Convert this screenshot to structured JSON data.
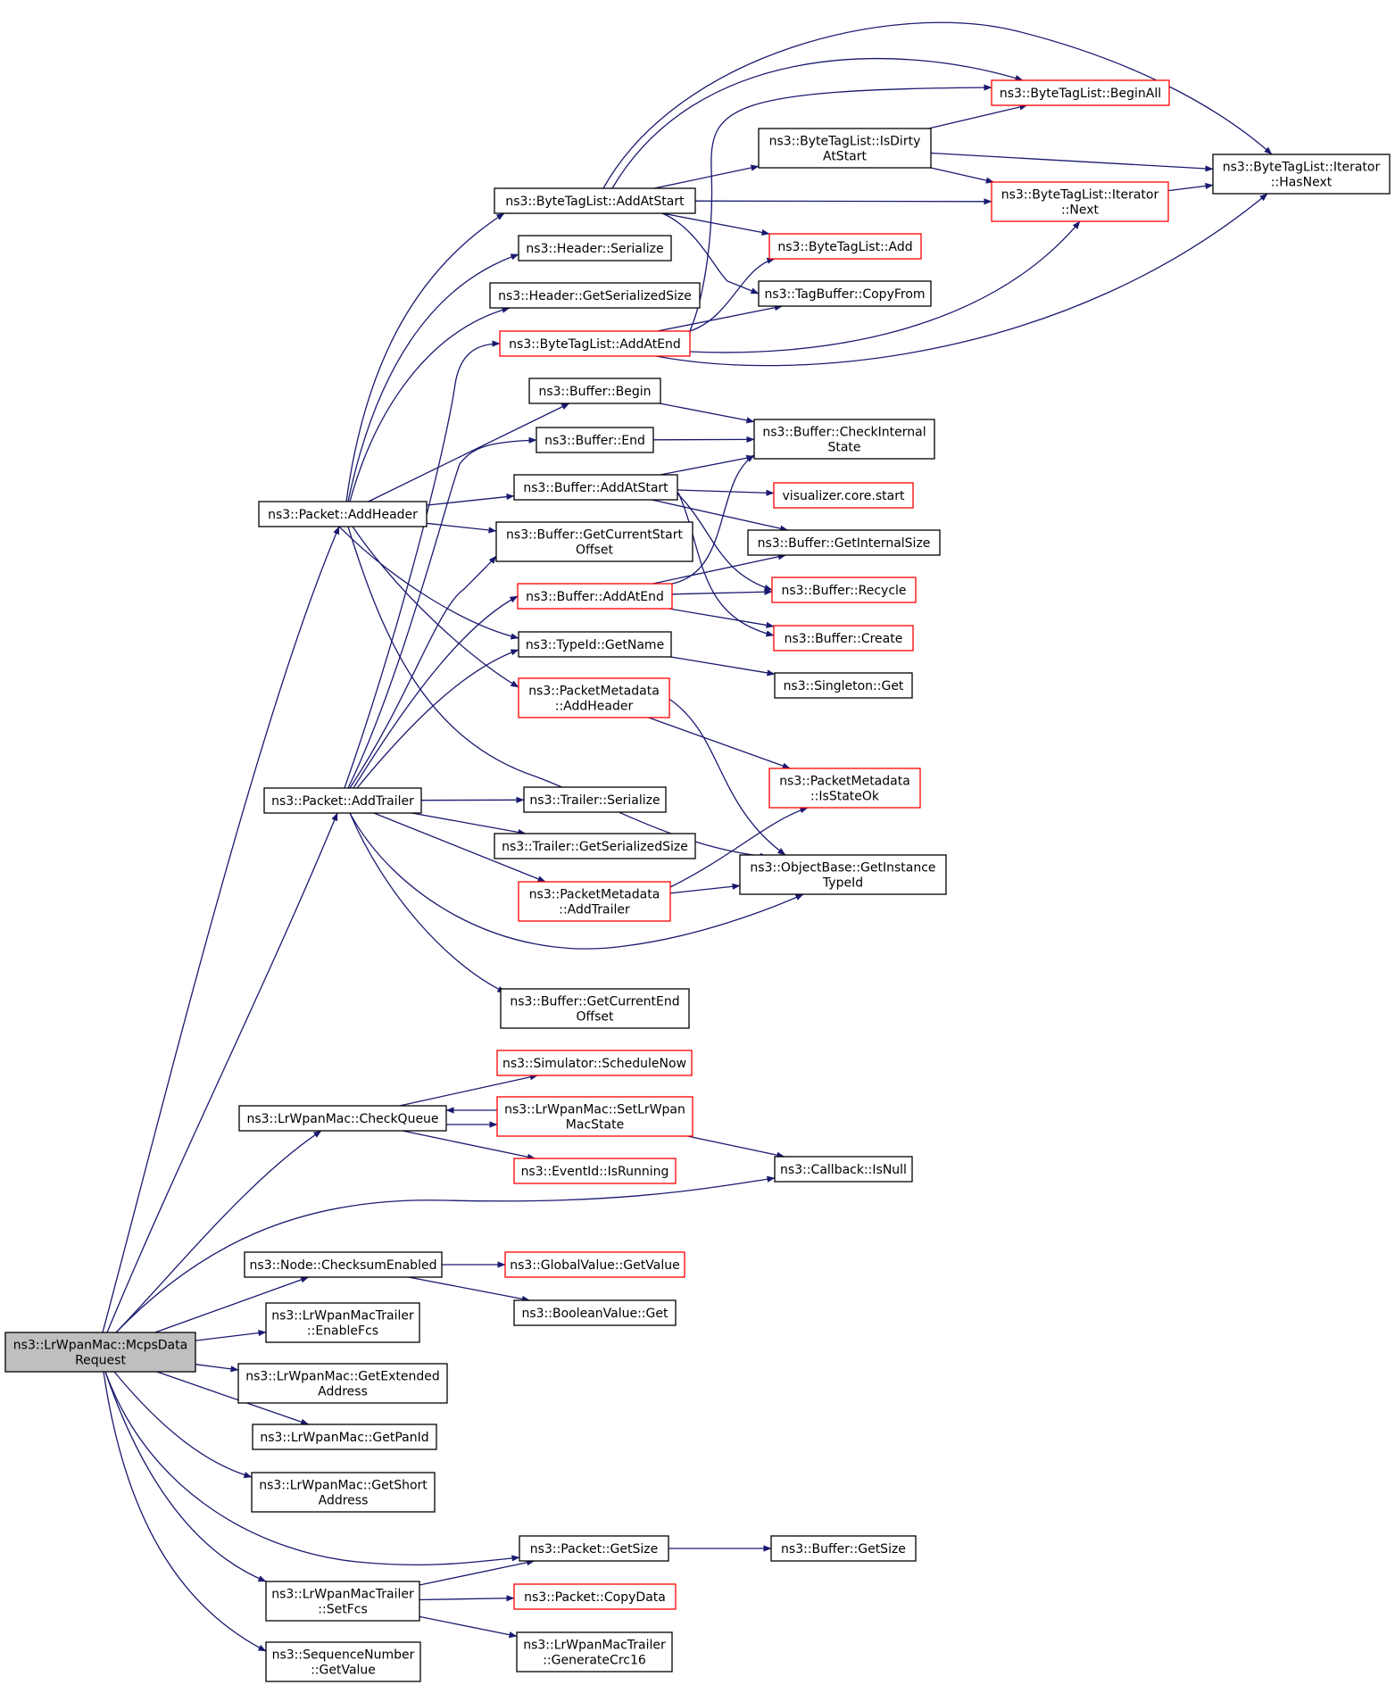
{
  "colors": {
    "edge": "#191970",
    "root_fill": "#bfbfbf",
    "node_fill": "#ffffff",
    "border_normal": "#000000",
    "border_truncated": "#ff0000"
  },
  "nodes": [
    {
      "id": "root",
      "lines": [
        "ns3::LrWpanMac::McpsData",
        "Request"
      ],
      "style": "root"
    },
    {
      "id": "addHeader",
      "lines": [
        "ns3::Packet::AddHeader"
      ],
      "style": "normal"
    },
    {
      "id": "addTrailer",
      "lines": [
        "ns3::Packet::AddTrailer"
      ],
      "style": "normal"
    },
    {
      "id": "checkQueue",
      "lines": [
        "ns3::LrWpanMac::CheckQueue"
      ],
      "style": "normal"
    },
    {
      "id": "checksumEnabled",
      "lines": [
        "ns3::Node::ChecksumEnabled"
      ],
      "style": "normal"
    },
    {
      "id": "enableFcs",
      "lines": [
        "ns3::LrWpanMacTrailer",
        "::EnableFcs"
      ],
      "style": "normal"
    },
    {
      "id": "getExtAddr",
      "lines": [
        "ns3::LrWpanMac::GetExtended",
        "Address"
      ],
      "style": "normal"
    },
    {
      "id": "getPanId",
      "lines": [
        "ns3::LrWpanMac::GetPanId"
      ],
      "style": "normal"
    },
    {
      "id": "getShortAddr",
      "lines": [
        "ns3::LrWpanMac::GetShort",
        "Address"
      ],
      "style": "normal"
    },
    {
      "id": "setFcs",
      "lines": [
        "ns3::LrWpanMacTrailer",
        "::SetFcs"
      ],
      "style": "normal"
    },
    {
      "id": "seqGetValue",
      "lines": [
        "ns3::SequenceNumber",
        "::GetValue"
      ],
      "style": "normal"
    },
    {
      "id": "btlAddAtStart",
      "lines": [
        "ns3::ByteTagList::AddAtStart"
      ],
      "style": "normal"
    },
    {
      "id": "headerSerialize",
      "lines": [
        "ns3::Header::Serialize"
      ],
      "style": "normal"
    },
    {
      "id": "headerGetSize",
      "lines": [
        "ns3::Header::GetSerializedSize"
      ],
      "style": "normal"
    },
    {
      "id": "btlAddAtEnd",
      "lines": [
        "ns3::ByteTagList::AddAtEnd"
      ],
      "style": "truncated"
    },
    {
      "id": "bufBegin",
      "lines": [
        "ns3::Buffer::Begin"
      ],
      "style": "normal"
    },
    {
      "id": "bufEnd",
      "lines": [
        "ns3::Buffer::End"
      ],
      "style": "normal"
    },
    {
      "id": "bufAddAtStart",
      "lines": [
        "ns3::Buffer::AddAtStart"
      ],
      "style": "normal"
    },
    {
      "id": "bufGetCurStart",
      "lines": [
        "ns3::Buffer::GetCurrentStart",
        "Offset"
      ],
      "style": "normal"
    },
    {
      "id": "bufAddAtEnd",
      "lines": [
        "ns3::Buffer::AddAtEnd"
      ],
      "style": "truncated"
    },
    {
      "id": "typeIdGetName",
      "lines": [
        "ns3::TypeId::GetName"
      ],
      "style": "normal"
    },
    {
      "id": "pmAddHeader",
      "lines": [
        "ns3::PacketMetadata",
        "::AddHeader"
      ],
      "style": "truncated"
    },
    {
      "id": "trailerSerialize",
      "lines": [
        "ns3::Trailer::Serialize"
      ],
      "style": "normal"
    },
    {
      "id": "trailerGetSize",
      "lines": [
        "ns3::Trailer::GetSerializedSize"
      ],
      "style": "normal"
    },
    {
      "id": "pmAddTrailer",
      "lines": [
        "ns3::PacketMetadata",
        "::AddTrailer"
      ],
      "style": "truncated"
    },
    {
      "id": "bufGetCurEnd",
      "lines": [
        "ns3::Buffer::GetCurrentEnd",
        "Offset"
      ],
      "style": "normal"
    },
    {
      "id": "simScheduleNow",
      "lines": [
        "ns3::Simulator::ScheduleNow"
      ],
      "style": "truncated"
    },
    {
      "id": "setLrWpanMacState",
      "lines": [
        "ns3::LrWpanMac::SetLrWpan",
        "MacState"
      ],
      "style": "truncated"
    },
    {
      "id": "eventIsRunning",
      "lines": [
        "ns3::EventId::IsRunning"
      ],
      "style": "truncated"
    },
    {
      "id": "globalGetValue",
      "lines": [
        "ns3::GlobalValue::GetValue"
      ],
      "style": "truncated"
    },
    {
      "id": "boolGet",
      "lines": [
        "ns3::BooleanValue::Get"
      ],
      "style": "normal"
    },
    {
      "id": "packetGetSize",
      "lines": [
        "ns3::Packet::GetSize"
      ],
      "style": "normal"
    },
    {
      "id": "packetCopyData",
      "lines": [
        "ns3::Packet::CopyData"
      ],
      "style": "truncated"
    },
    {
      "id": "genCrc16",
      "lines": [
        "ns3::LrWpanMacTrailer",
        "::GenerateCrc16"
      ],
      "style": "normal"
    },
    {
      "id": "btlBeginAll",
      "lines": [
        "ns3::ByteTagList::BeginAll"
      ],
      "style": "truncated"
    },
    {
      "id": "btlIsDirty",
      "lines": [
        "ns3::ByteTagList::IsDirty",
        "AtStart"
      ],
      "style": "normal"
    },
    {
      "id": "btlIterNext",
      "lines": [
        "ns3::ByteTagList::Iterator",
        "::Next"
      ],
      "style": "truncated"
    },
    {
      "id": "btlAdd",
      "lines": [
        "ns3::ByteTagList::Add"
      ],
      "style": "truncated"
    },
    {
      "id": "tagBufCopyFrom",
      "lines": [
        "ns3::TagBuffer::CopyFrom"
      ],
      "style": "normal"
    },
    {
      "id": "btlIterHasNext",
      "lines": [
        "ns3::ByteTagList::Iterator",
        "::HasNext"
      ],
      "style": "normal"
    },
    {
      "id": "bufCheckInternal",
      "lines": [
        "ns3::Buffer::CheckInternal",
        "State"
      ],
      "style": "normal"
    },
    {
      "id": "vizCoreStart",
      "lines": [
        "visualizer.core.start"
      ],
      "style": "truncated"
    },
    {
      "id": "bufGetInternalSize",
      "lines": [
        "ns3::Buffer::GetInternalSize"
      ],
      "style": "normal"
    },
    {
      "id": "bufRecycle",
      "lines": [
        "ns3::Buffer::Recycle"
      ],
      "style": "truncated"
    },
    {
      "id": "bufCreate",
      "lines": [
        "ns3::Buffer::Create"
      ],
      "style": "truncated"
    },
    {
      "id": "singletonGet",
      "lines": [
        "ns3::Singleton::Get"
      ],
      "style": "normal"
    },
    {
      "id": "pmIsStateOk",
      "lines": [
        "ns3::PacketMetadata",
        "::IsStateOk"
      ],
      "style": "truncated"
    },
    {
      "id": "objGetInstanceTypeId",
      "lines": [
        "ns3::ObjectBase::GetInstance",
        "TypeId"
      ],
      "style": "normal"
    },
    {
      "id": "callbackIsNull",
      "lines": [
        "ns3::Callback::IsNull"
      ],
      "style": "normal"
    },
    {
      "id": "bufGetSize",
      "lines": [
        "ns3::Buffer::GetSize"
      ],
      "style": "normal"
    }
  ],
  "edges": [
    [
      "root",
      "addHeader"
    ],
    [
      "root",
      "addTrailer"
    ],
    [
      "root",
      "checkQueue"
    ],
    [
      "root",
      "callbackIsNull"
    ],
    [
      "root",
      "checksumEnabled"
    ],
    [
      "root",
      "enableFcs"
    ],
    [
      "root",
      "getExtAddr"
    ],
    [
      "root",
      "getPanId"
    ],
    [
      "root",
      "getShortAddr"
    ],
    [
      "root",
      "packetGetSize"
    ],
    [
      "root",
      "setFcs"
    ],
    [
      "root",
      "seqGetValue"
    ],
    [
      "addHeader",
      "btlAddAtStart"
    ],
    [
      "addHeader",
      "headerSerialize"
    ],
    [
      "addHeader",
      "headerGetSize"
    ],
    [
      "addHeader",
      "bufBegin"
    ],
    [
      "addHeader",
      "bufAddAtStart"
    ],
    [
      "addHeader",
      "bufGetCurStart"
    ],
    [
      "addHeader",
      "typeIdGetName"
    ],
    [
      "addHeader",
      "pmAddHeader"
    ],
    [
      "addHeader",
      "objGetInstanceTypeId"
    ],
    [
      "addTrailer",
      "btlAddAtEnd"
    ],
    [
      "addTrailer",
      "bufEnd"
    ],
    [
      "addTrailer",
      "bufGetCurStart"
    ],
    [
      "addTrailer",
      "bufAddAtEnd"
    ],
    [
      "addTrailer",
      "typeIdGetName"
    ],
    [
      "addTrailer",
      "trailerSerialize"
    ],
    [
      "addTrailer",
      "trailerGetSize"
    ],
    [
      "addTrailer",
      "pmAddTrailer"
    ],
    [
      "addTrailer",
      "objGetInstanceTypeId"
    ],
    [
      "addTrailer",
      "bufGetCurEnd"
    ],
    [
      "btlAddAtStart",
      "btlIsDirty"
    ],
    [
      "btlAddAtStart",
      "btlIterNext"
    ],
    [
      "btlAddAtStart",
      "btlAdd"
    ],
    [
      "btlAddAtStart",
      "tagBufCopyFrom"
    ],
    [
      "btlAddAtStart",
      "btlBeginAll"
    ],
    [
      "btlAddAtStart",
      "btlIterHasNext"
    ],
    [
      "btlAddAtEnd",
      "tagBufCopyFrom"
    ],
    [
      "btlAddAtEnd",
      "btlAdd"
    ],
    [
      "btlAddAtEnd",
      "btlBeginAll"
    ],
    [
      "btlAddAtEnd",
      "btlIterNext"
    ],
    [
      "btlAddAtEnd",
      "btlIterHasNext"
    ],
    [
      "btlIsDirty",
      "btlBeginAll"
    ],
    [
      "btlIsDirty",
      "btlIterNext"
    ],
    [
      "btlIsDirty",
      "btlIterHasNext"
    ],
    [
      "btlIterNext",
      "btlIterHasNext"
    ],
    [
      "bufBegin",
      "bufCheckInternal"
    ],
    [
      "bufEnd",
      "bufCheckInternal"
    ],
    [
      "bufAddAtStart",
      "bufCheckInternal"
    ],
    [
      "bufAddAtStart",
      "vizCoreStart"
    ],
    [
      "bufAddAtStart",
      "bufGetInternalSize"
    ],
    [
      "bufAddAtStart",
      "bufRecycle"
    ],
    [
      "bufAddAtStart",
      "bufCreate"
    ],
    [
      "bufAddAtEnd",
      "bufCheckInternal"
    ],
    [
      "bufAddAtEnd",
      "bufGetInternalSize"
    ],
    [
      "bufAddAtEnd",
      "bufRecycle"
    ],
    [
      "bufAddAtEnd",
      "bufCreate"
    ],
    [
      "typeIdGetName",
      "singletonGet"
    ],
    [
      "pmAddHeader",
      "pmIsStateOk"
    ],
    [
      "pmAddHeader",
      "objGetInstanceTypeId"
    ],
    [
      "pmAddTrailer",
      "pmIsStateOk"
    ],
    [
      "pmAddTrailer",
      "objGetInstanceTypeId"
    ],
    [
      "checkQueue",
      "simScheduleNow"
    ],
    [
      "checkQueue",
      "setLrWpanMacState"
    ],
    [
      "checkQueue",
      "eventIsRunning"
    ],
    [
      "setLrWpanMacState",
      "checkQueue"
    ],
    [
      "setLrWpanMacState",
      "callbackIsNull"
    ],
    [
      "checksumEnabled",
      "globalGetValue"
    ],
    [
      "checksumEnabled",
      "boolGet"
    ],
    [
      "packetGetSize",
      "bufGetSize"
    ],
    [
      "setFcs",
      "packetGetSize"
    ],
    [
      "setFcs",
      "packetCopyData"
    ],
    [
      "setFcs",
      "genCrc16"
    ]
  ]
}
